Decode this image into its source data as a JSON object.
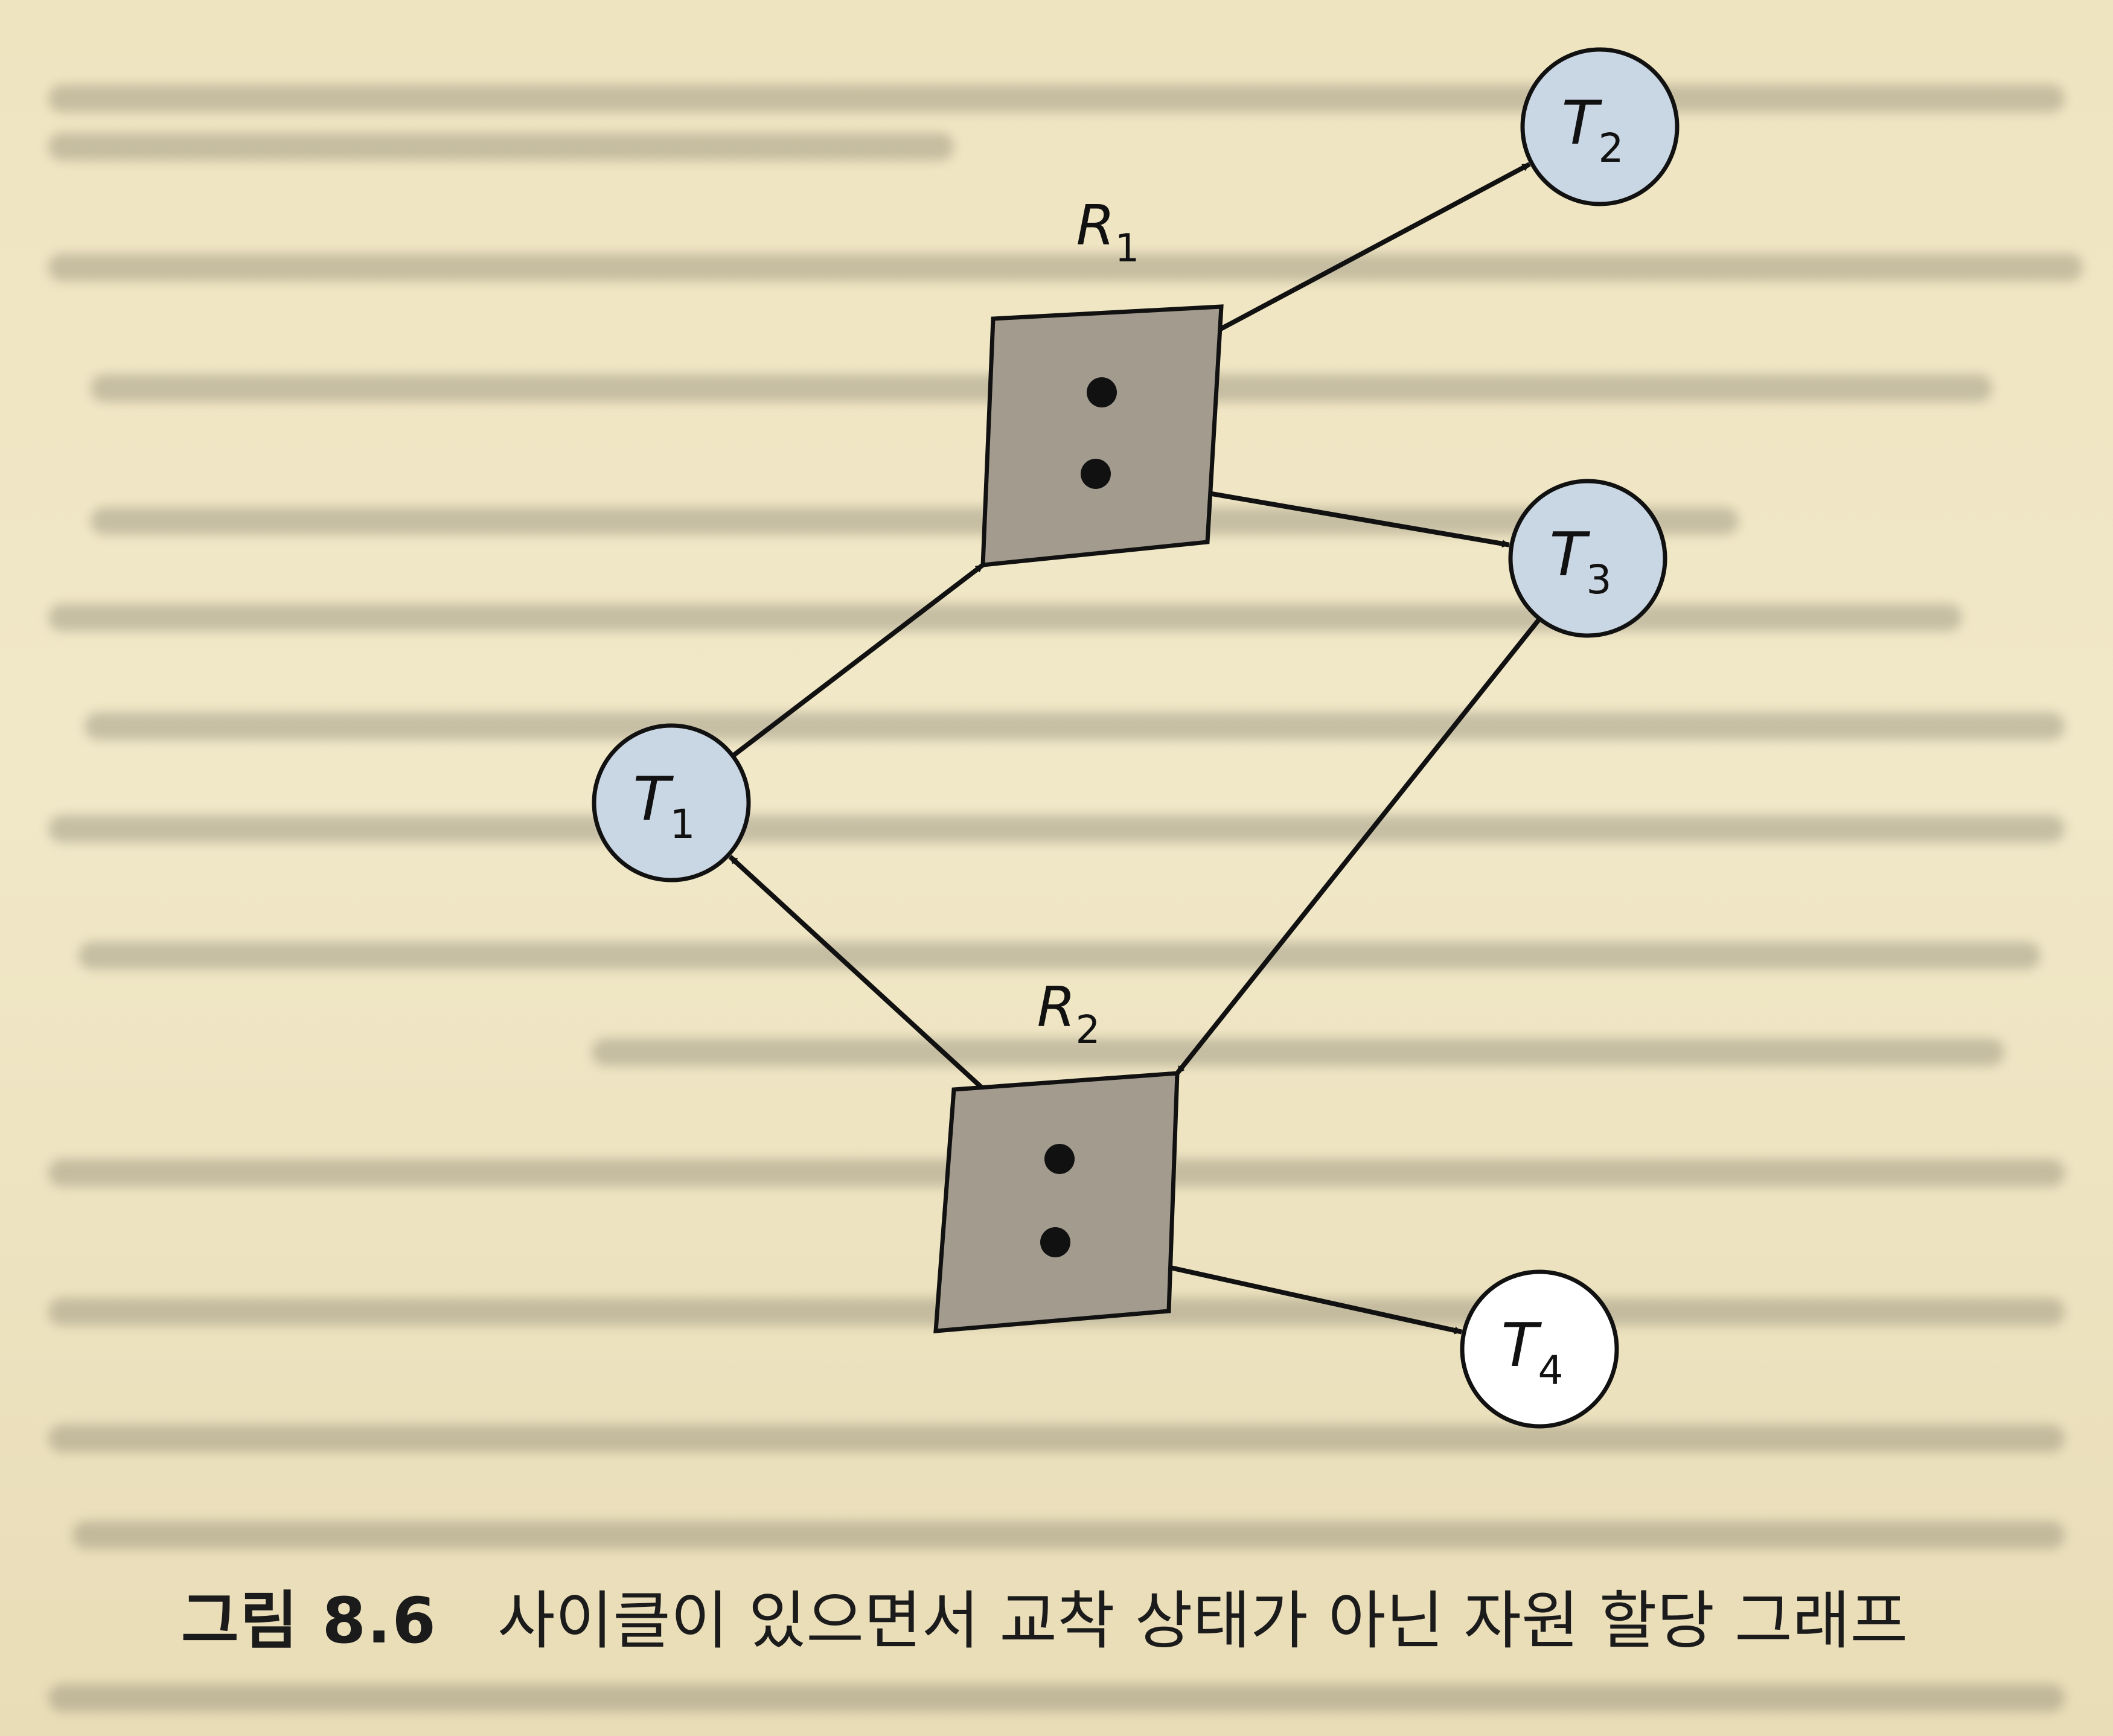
{
  "figure": {
    "label": "그림 8.6",
    "caption": "사이클이 있으면서 교착 상태가 아닌 자원 할당 그래프"
  },
  "graph": {
    "threads": [
      {
        "id": "T1",
        "name": "T",
        "sub": "1",
        "holds_resource": true
      },
      {
        "id": "T2",
        "name": "T",
        "sub": "2",
        "holds_resource": true
      },
      {
        "id": "T3",
        "name": "T",
        "sub": "3",
        "holds_resource": true
      },
      {
        "id": "T4",
        "name": "T",
        "sub": "4",
        "holds_resource": true
      }
    ],
    "resources": [
      {
        "id": "R1",
        "name": "R",
        "sub": "1",
        "instances": 2
      },
      {
        "id": "R2",
        "name": "R",
        "sub": "2",
        "instances": 2
      }
    ],
    "edges": [
      {
        "from": "R1.instance0",
        "to": "T2",
        "kind": "assignment"
      },
      {
        "from": "R1.instance1",
        "to": "T3",
        "kind": "assignment"
      },
      {
        "from": "T1",
        "to": "R1",
        "kind": "request"
      },
      {
        "from": "T3",
        "to": "R2",
        "kind": "request"
      },
      {
        "from": "R2.instance0",
        "to": "T1",
        "kind": "assignment"
      },
      {
        "from": "R2.instance1",
        "to": "T4",
        "kind": "assignment"
      }
    ]
  },
  "colors": {
    "thread_fill": "#c9d6e3",
    "thread_fill_plain": "#ffffff",
    "resource_fill": "#a39c8e",
    "ink": "#111111",
    "paper": "#efe6c4"
  }
}
